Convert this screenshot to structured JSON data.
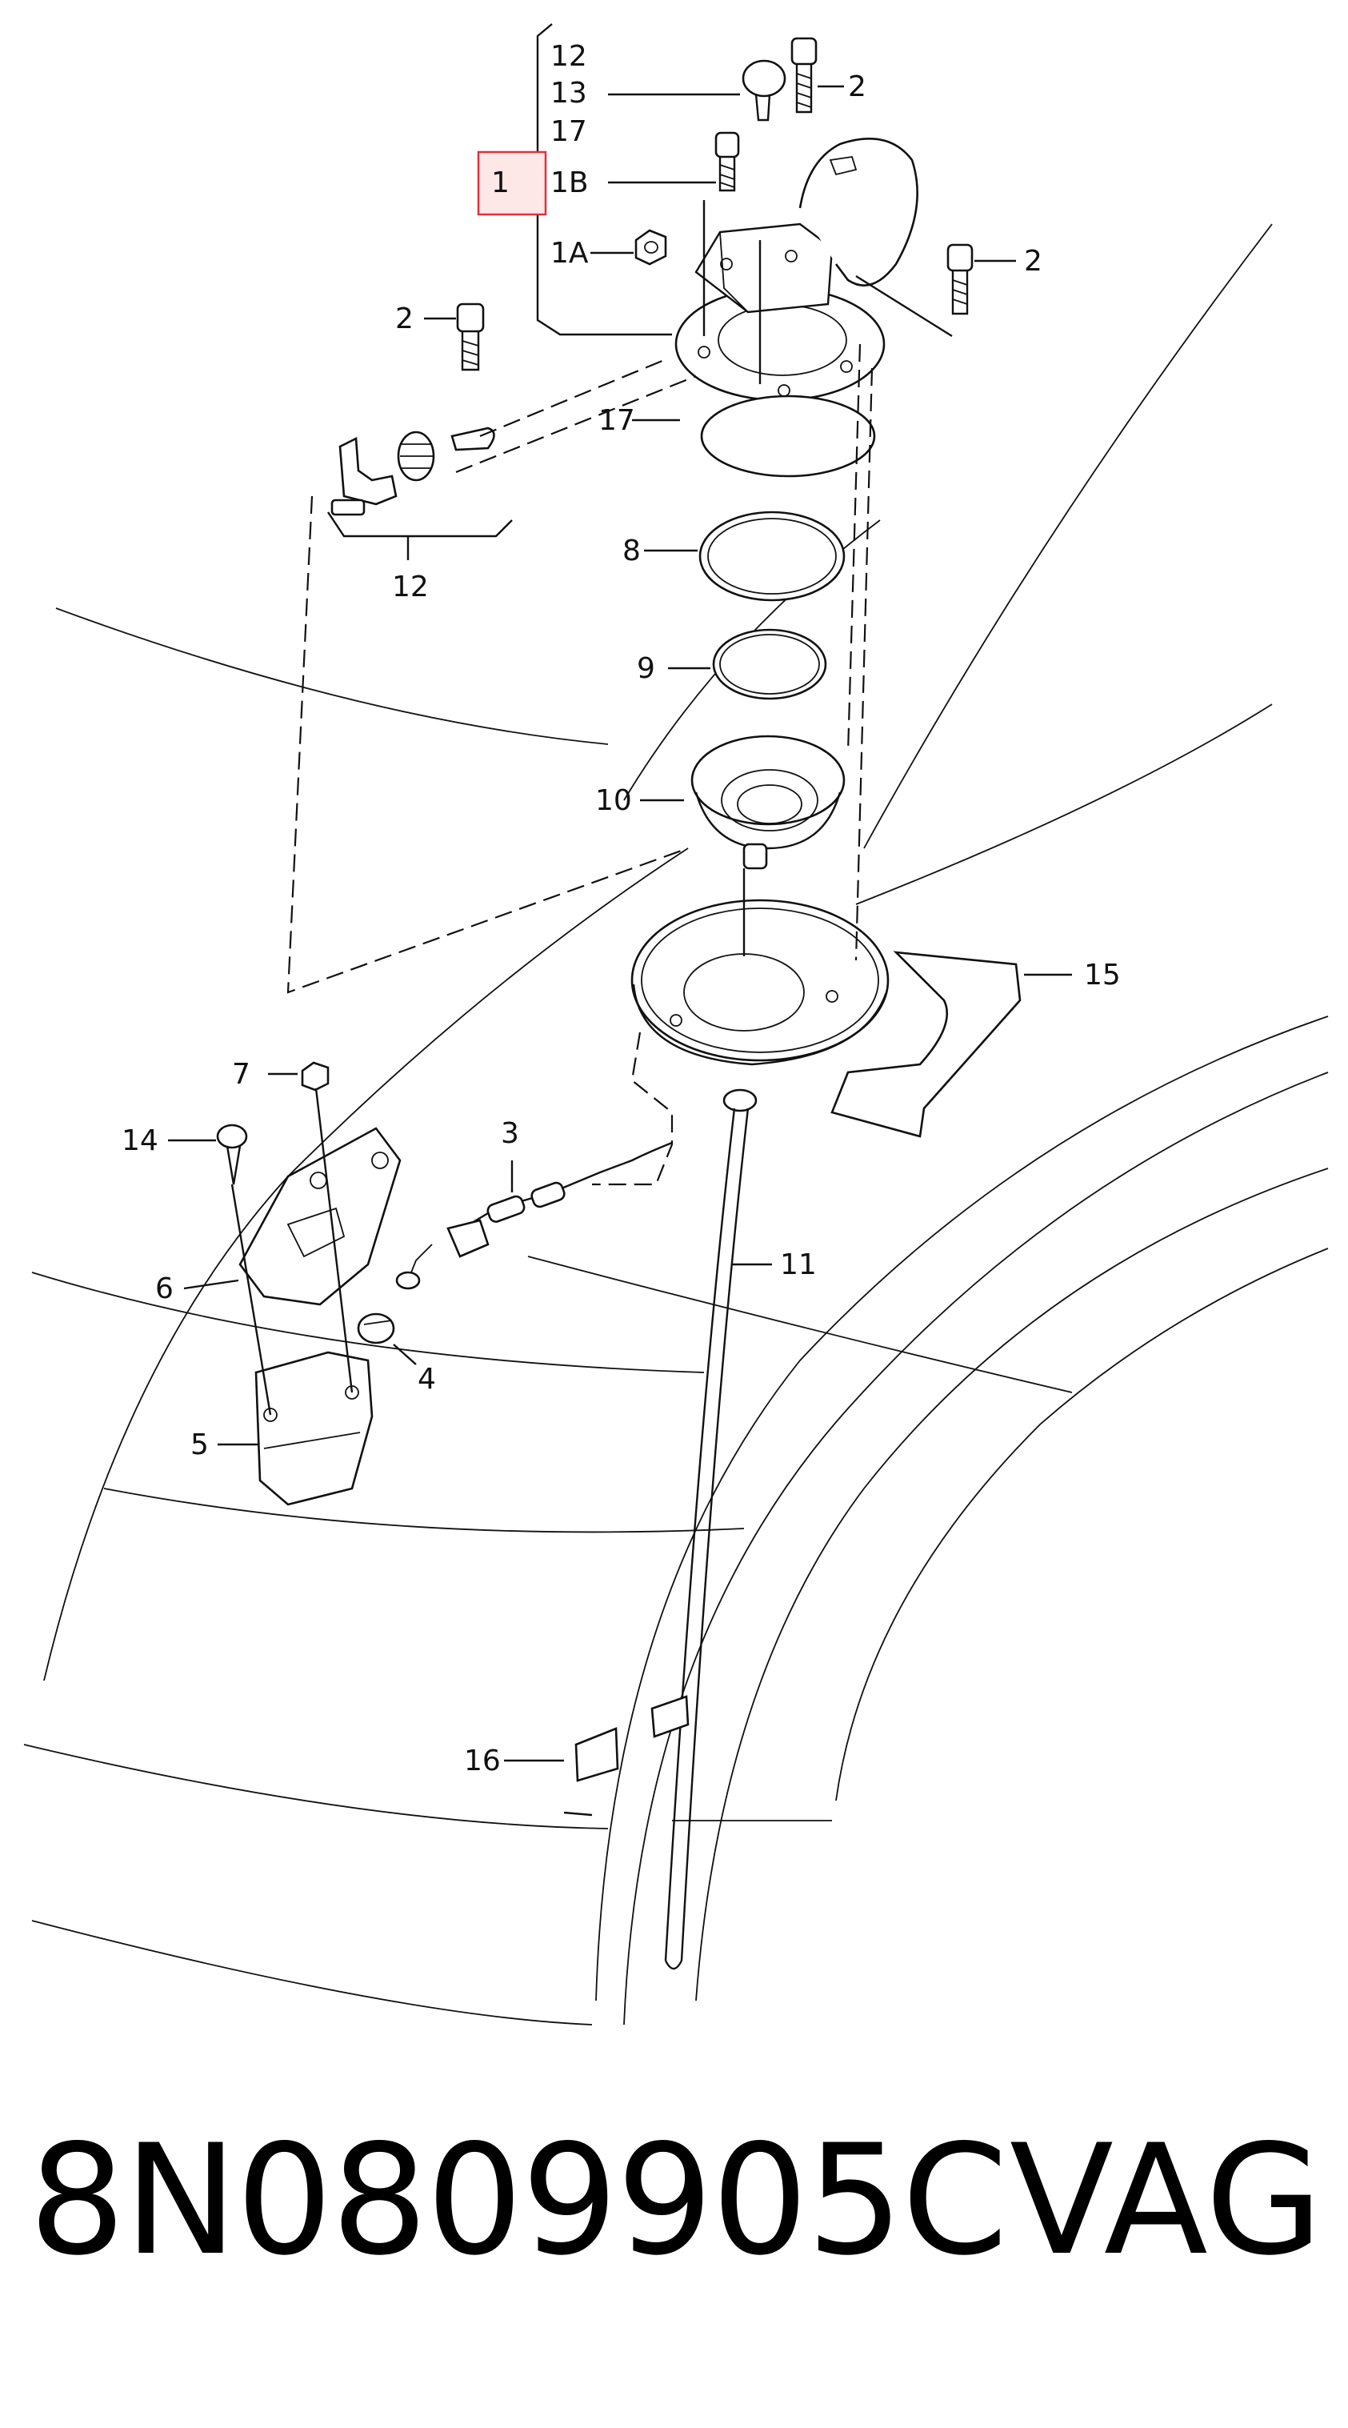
{
  "diagram": {
    "callouts": {
      "c12_top": "12",
      "c13": "13",
      "c17_top": "17",
      "c1": "1",
      "c1B": "1B",
      "c1A": "1A",
      "c2_a": "2",
      "c2_b": "2",
      "c2_c": "2",
      "c17": "17",
      "c12_bottom": "12",
      "c8": "8",
      "c9": "9",
      "c10": "10",
      "c15": "15",
      "c7": "7",
      "c14": "14",
      "c3": "3",
      "c11": "11",
      "c6": "6",
      "c4": "4",
      "c5": "5",
      "c16": "16"
    },
    "highlighted_callout": "1",
    "highlight_color": "#e0303a"
  },
  "footer": {
    "part_number": "8N0809905C",
    "brand": "VAG"
  }
}
